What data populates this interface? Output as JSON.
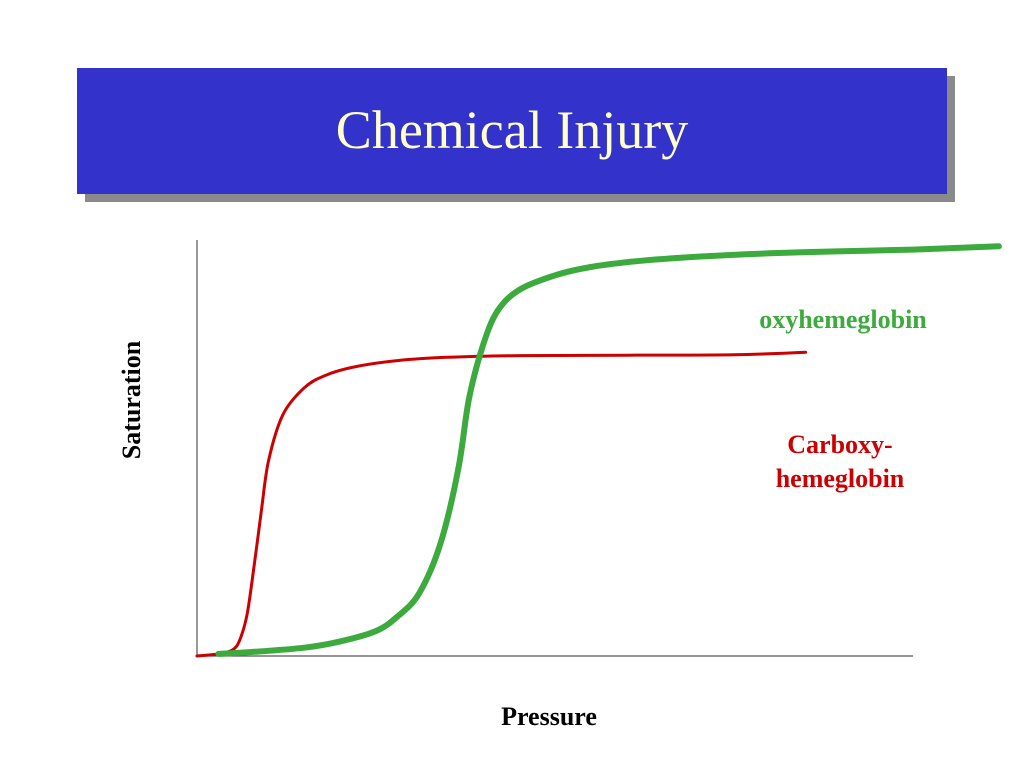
{
  "slide": {
    "title": "Chemical Injury"
  },
  "chart_data": {
    "type": "line",
    "xlabel": "Pressure",
    "ylabel": "Saturation",
    "xlim": [
      0,
      100
    ],
    "ylim": [
      0,
      100
    ],
    "grid": false,
    "series": [
      {
        "name": "oxyhemeglobin",
        "label_lines": [
          "oxyhemeglobin"
        ],
        "color": "#3caa3c",
        "x": [
          3,
          8,
          15,
          20,
          25,
          28,
          31,
          34,
          36.5,
          38,
          40,
          42,
          45,
          50,
          55,
          62,
          70,
          80,
          90,
          100,
          112
        ],
        "y": [
          0.5,
          1,
          2,
          3.5,
          6,
          9.5,
          15,
          27,
          45,
          62,
          75,
          83,
          88,
          91.5,
          93.5,
          95,
          96,
          96.8,
          97.3,
          97.7,
          98.5
        ]
      },
      {
        "name": "Carboxy-hemeglobin",
        "label_lines": [
          "Carboxy-",
          "hemeglobin"
        ],
        "color": "#cc0000",
        "x": [
          0,
          3,
          5,
          6,
          7,
          8,
          9,
          10,
          12,
          15,
          18,
          22,
          28,
          35,
          45,
          60,
          75,
          85
        ],
        "y": [
          0,
          0.5,
          1.5,
          4,
          10,
          22,
          35,
          47,
          58,
          64.5,
          67.5,
          69.5,
          71,
          71.8,
          72.2,
          72.3,
          72.4,
          73
        ]
      }
    ]
  }
}
